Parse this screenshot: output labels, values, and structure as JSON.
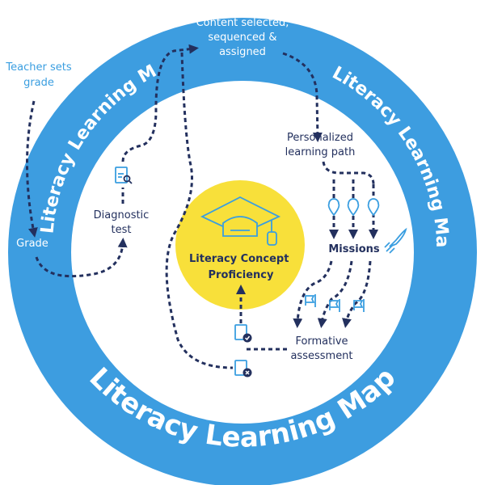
{
  "ring_label": "Literacy Learning Map",
  "center_label": [
    "Literacy Concept",
    "Proficiency"
  ],
  "steps": {
    "teacher": [
      "Teacher sets",
      "grade"
    ],
    "grade": "Grade",
    "diagnostic": [
      "Diagnostic",
      "test"
    ],
    "content": [
      "Content selected,",
      "sequenced &",
      "assigned"
    ],
    "path": [
      "Personalized",
      "learning path"
    ],
    "missions": "Missions",
    "formative": [
      "Formative",
      "assessment"
    ]
  },
  "colors": {
    "ring": "#3d9de0",
    "center": "#f8e03a",
    "navy": "#23305e",
    "icon": "#3a9ee0"
  }
}
